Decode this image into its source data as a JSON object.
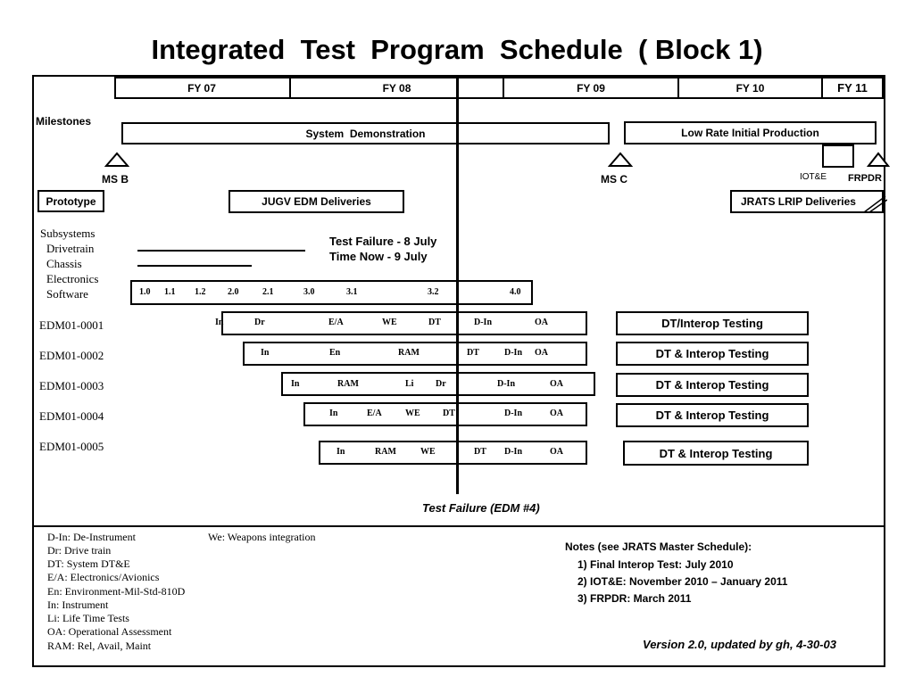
{
  "title": "Integrated  Test  Program  Schedule  ( Block 1)",
  "fiscal_years": [
    "FY 07",
    "FY 08",
    "FY 09",
    "FY 10",
    "FY 11"
  ],
  "milestones_label": "Milestones",
  "phases": {
    "system_demo": "System  Demonstration",
    "lrip": "Low Rate Initial Production"
  },
  "milestone_markers": {
    "ms_b": "MS B",
    "ms_c": "MS C",
    "iote": "IOT&E",
    "frpdr": "FRPDR"
  },
  "deliveries": {
    "prototype": "Prototype",
    "jugv": "JUGV EDM Deliveries",
    "jrats": "JRATS LRIP Deliveries"
  },
  "subsystems": {
    "header": "Subsystems",
    "items": [
      "Drivetrain",
      "Chassis",
      "Electronics",
      "Software"
    ]
  },
  "software_versions": [
    "1.0",
    "1.1",
    "1.2",
    "2.0",
    "2.1",
    "3.0",
    "3.1",
    "3.2",
    "4.0"
  ],
  "annotations": {
    "test_failure": "Test Failure - 8 July",
    "time_now": "Time Now - 9 July",
    "test_failure_edm": "Test Failure (EDM #4)"
  },
  "edm_rows": [
    {
      "label": "EDM01-0001",
      "steps": [
        "In",
        "Dr",
        "E/A",
        "WE",
        "DT",
        "D-In",
        "OA"
      ],
      "testing": "DT/Interop Testing"
    },
    {
      "label": "EDM01-0002",
      "steps": [
        "In",
        "En",
        "RAM",
        "DT",
        "D-In",
        "OA"
      ],
      "testing": "DT & Interop Testing"
    },
    {
      "label": "EDM01-0003",
      "steps": [
        "In",
        "RAM",
        "Li",
        "Dr",
        "D-In",
        "OA"
      ],
      "testing": "DT & Interop Testing"
    },
    {
      "label": "EDM01-0004",
      "steps": [
        "In",
        "E/A",
        "WE",
        "DT",
        "D-In",
        "OA"
      ],
      "testing": "DT & Interop Testing"
    },
    {
      "label": "EDM01-0005",
      "steps": [
        "In",
        "RAM",
        "WE",
        "DT",
        "D-In",
        "OA"
      ],
      "testing": "DT & Interop Testing"
    }
  ],
  "legend": {
    "left": [
      "D-In: De-Instrument",
      "Dr: Drive train",
      "DT: System DT&E",
      "E/A: Electronics/Avionics",
      "En: Environment-Mil-Std-810D",
      "In: Instrument",
      "Li: Life Time Tests",
      "OA: Operational Assessment",
      "RAM: Rel, Avail, Maint"
    ],
    "right": [
      "We: Weapons integration"
    ]
  },
  "notes": {
    "header": "Notes (see JRATS Master Schedule):",
    "items": [
      "1) Final Interop Test: July 2010",
      "2) IOT&E: November 2010 – January 2011",
      "3) FRPDR: March 2011"
    ]
  },
  "version": "Version 2.0, updated by gh, 4-30-03"
}
